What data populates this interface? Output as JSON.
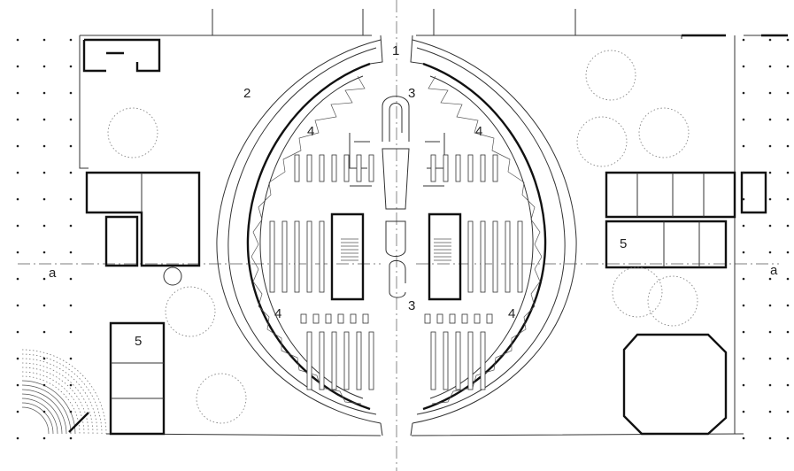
{
  "labels": {
    "entrance": "1",
    "concourse": "2",
    "ramp_top": "3",
    "ramp_bottom": "3",
    "stacks_tl": "4",
    "stacks_tr": "4",
    "stacks_bl": "4",
    "stacks_br": "4",
    "offices_left": "5",
    "offices_right": "5",
    "section_left": "a",
    "section_right": "a"
  }
}
